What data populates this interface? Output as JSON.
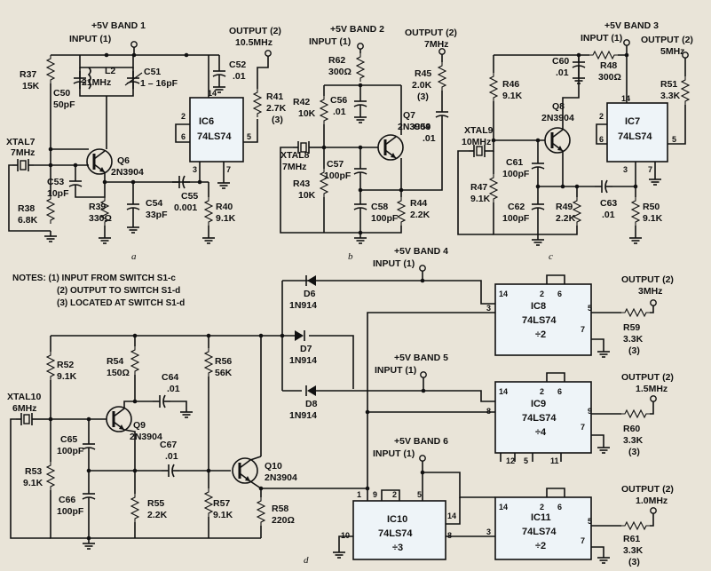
{
  "bands": {
    "b1": {
      "supply": "+5V BAND 1",
      "input": "INPUT (1)",
      "out_label": "OUTPUT (2)",
      "out_freq": "10.5MHz"
    },
    "b2": {
      "supply": "+5V BAND 2",
      "input": "INPUT (1)",
      "out_label": "OUTPUT (2)",
      "out_freq": "7MHz"
    },
    "b3": {
      "supply": "+5V BAND 3",
      "input": "INPUT (1)",
      "out_label": "OUTPUT (2)",
      "out_freq": "5MHz"
    },
    "b4": {
      "supply": "+5V BAND 4",
      "input": "INPUT (1)",
      "out_label": "OUTPUT (2)",
      "out_freq": "3MHz"
    },
    "b5": {
      "supply": "+5V BAND 5",
      "input": "INPUT (1)",
      "out_label": "OUTPUT (2)",
      "out_freq": "1.5MHz"
    },
    "b6": {
      "supply": "+5V BAND 6",
      "input": "INPUT (1)",
      "out_label": "OUTPUT (2)",
      "out_freq": "1.0MHz"
    }
  },
  "notes": [
    "NOTES: (1) INPUT FROM SWITCH S1-c",
    "(2) OUTPUT TO SWITCH S1-d",
    "(3) LOCATED AT SWITCH S1-d"
  ],
  "sections": {
    "a": "a",
    "b": "b",
    "c": "c",
    "d": "d"
  },
  "ics": {
    "ic6": {
      "name": "IC6",
      "type": "74LS74",
      "div": ""
    },
    "ic7": {
      "name": "IC7",
      "type": "74LS74",
      "div": ""
    },
    "ic8": {
      "name": "IC8",
      "type": "74LS74",
      "div": "÷2"
    },
    "ic9": {
      "name": "IC9",
      "type": "74LS74",
      "div": "÷4"
    },
    "ic10": {
      "name": "IC10",
      "type": "74LS74",
      "div": "÷3"
    },
    "ic11": {
      "name": "IC11",
      "type": "74LS74",
      "div": "÷2"
    }
  },
  "pins": {
    "ic6": [
      "14",
      "2",
      "6",
      "5",
      "3",
      "7"
    ],
    "ic7": [
      "14",
      "2",
      "6",
      "5",
      "3",
      "7"
    ],
    "ic8": [
      "14",
      "2",
      "6",
      "3",
      "5",
      "7"
    ],
    "ic9": [
      "14",
      "2",
      "6",
      "9",
      "8",
      "12",
      "5",
      "11",
      "7"
    ],
    "ic10": [
      "1",
      "9",
      "2",
      "5",
      "14",
      "10",
      "8"
    ],
    "ic11": [
      "14",
      "2",
      "6",
      "5",
      "3",
      "7"
    ]
  },
  "components": {
    "r37": [
      "R37",
      "15K"
    ],
    "c50": [
      "C50",
      "50pF"
    ],
    "l2": [
      "L2",
      "21MHz"
    ],
    "c51": [
      "C51",
      "1 – 16pF"
    ],
    "c52": [
      "C52",
      ".01"
    ],
    "r41": [
      "R41",
      "2.7K",
      "(3)"
    ],
    "xtal7": [
      "XTAL7",
      "7MHz"
    ],
    "q6": [
      "Q6",
      "2N3904"
    ],
    "c53": [
      "C53",
      "10pF"
    ],
    "r38": [
      "R38",
      "6.8K"
    ],
    "r39": [
      "R39",
      "330Ω"
    ],
    "c54": [
      "C54",
      "33pF"
    ],
    "c55": [
      "C55",
      "0.001"
    ],
    "r40": [
      "R40",
      "9.1K"
    ],
    "r62": [
      "R62",
      "300Ω"
    ],
    "r42": [
      "R42",
      "10K"
    ],
    "c56": [
      "C56",
      ".01"
    ],
    "q7": [
      "Q7",
      "2N3904"
    ],
    "xtal8": [
      "XTAL8",
      "7MHz"
    ],
    "r43": [
      "R43",
      "10K"
    ],
    "c57": [
      "C57",
      "100pF"
    ],
    "c58": [
      "C58",
      "100pF"
    ],
    "r44": [
      "R44",
      "2.2K"
    ],
    "r45": [
      "R45",
      "2.0K",
      "(3)"
    ],
    "c59": [
      "C59",
      ".01"
    ],
    "c60": [
      "C60",
      ".01"
    ],
    "r48": [
      "R48",
      "300Ω"
    ],
    "r46": [
      "R46",
      "9.1K"
    ],
    "q8": [
      "Q8",
      "2N3904"
    ],
    "xtal9": [
      "XTAL9",
      "10MHz"
    ],
    "c61": [
      "C61",
      "100pF"
    ],
    "c62": [
      "C62",
      "100pF"
    ],
    "r47": [
      "R47",
      "9.1K"
    ],
    "r49": [
      "R49",
      "2.2K"
    ],
    "c63": [
      "C63",
      ".01"
    ],
    "r50": [
      "R50",
      "9.1K"
    ],
    "r51": [
      "R51",
      "3.3K"
    ],
    "d6": [
      "D6",
      "1N914"
    ],
    "d7": [
      "D7",
      "1N914"
    ],
    "d8": [
      "D8",
      "1N914"
    ],
    "r52": [
      "R52",
      "9.1K"
    ],
    "r54": [
      "R54",
      "150Ω"
    ],
    "c64": [
      "C64",
      ".01"
    ],
    "r56": [
      "R56",
      "56K"
    ],
    "xtal10": [
      "XTAL10",
      "6MHz"
    ],
    "q9": [
      "Q9",
      "2N3904"
    ],
    "c65": [
      "C65",
      "100pF"
    ],
    "c67": [
      "C67",
      ".01"
    ],
    "r53": [
      "R53",
      "9.1K"
    ],
    "c66": [
      "C66",
      "100pF"
    ],
    "r55": [
      "R55",
      "2.2K"
    ],
    "r57": [
      "R57",
      "9.1K"
    ],
    "q10": [
      "Q10",
      "2N3904"
    ],
    "r58": [
      "R58",
      "220Ω"
    ],
    "r59": [
      "R59",
      "3.3K",
      "(3)"
    ],
    "r60": [
      "R60",
      "3.3K",
      "(3)"
    ],
    "r61": [
      "R61",
      "3.3K",
      "(3)"
    ]
  }
}
